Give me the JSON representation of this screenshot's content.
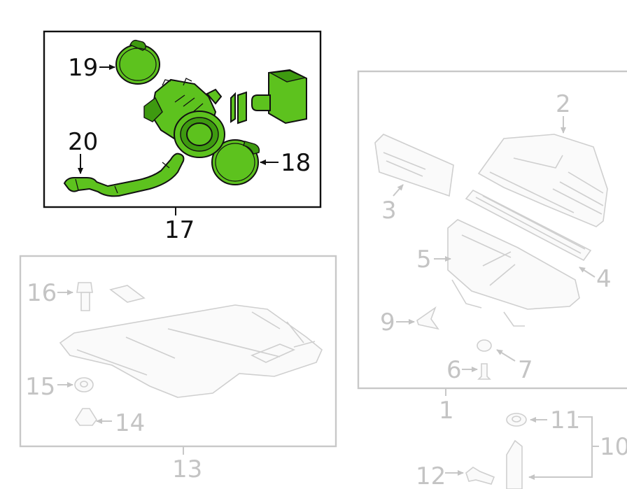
{
  "callouts": {
    "c1": "1",
    "c2": "2",
    "c3": "3",
    "c4": "4",
    "c5": "5",
    "c6": "6",
    "c7": "7",
    "c9": "9",
    "c10": "10",
    "c11": "11",
    "c12": "12",
    "c13": "13",
    "c14": "14",
    "c15": "15",
    "c16": "16",
    "c17": "17",
    "c18": "18",
    "c19": "19",
    "c20": "20"
  },
  "colors": {
    "highlight": "#5dc21e",
    "outline": "#111111",
    "faded": "#c8c8c8"
  }
}
